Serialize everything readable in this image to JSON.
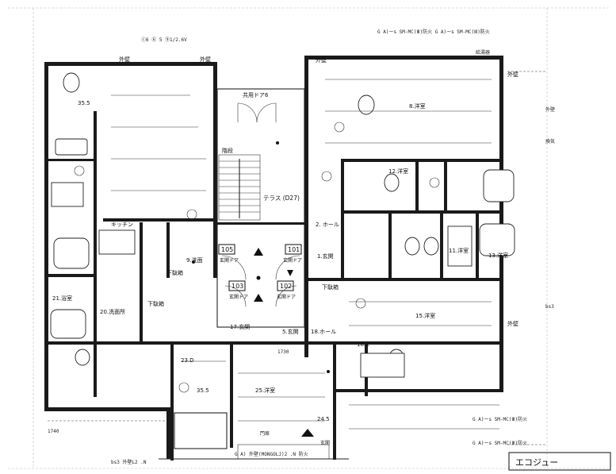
{
  "title_block": "エコジュー",
  "rooms": {
    "balcony_ne": "共用ドア6",
    "terrace": "テラス (D27)",
    "entrance_105": "105",
    "entrance_101": "101",
    "entrance_103": "103",
    "entrance_102": "102",
    "genkan_door_1": "玄関ドア",
    "genkan_door_2": "玄関ドア",
    "genkan_door_3": "玄関ドア",
    "genkan_door_4": "玄関ドア",
    "hall_2": "2. ホール",
    "genkan_1": "1.玄関",
    "hall_17": "17.玄関",
    "genkan_5": "5.玄関",
    "hall_18": "18.ホール",
    "washroom_9": "9.洗面",
    "bath_21": "21.浴室",
    "toilet_20": "20.洗面所",
    "room_23d": "23.D",
    "room_25": "25.洋室",
    "room_8": "8.洋室",
    "room_13": "13.洋室",
    "room_15": "15.洋室",
    "room_16k": "16.K",
    "room_12": "12.洋室",
    "room_11": "11.洋室",
    "room_35": "35.5",
    "room_355": "35.5",
    "room_24": "24.5",
    "room_gaiheki_1": "外壁",
    "room_gaiheki_2": "外壁",
    "room_gaiheki_3": "外壁",
    "room_gaiheki_4": "外壁",
    "room_gaiheki_5": "外壁",
    "geta_1": "下駄箱",
    "geta_2": "下駄箱",
    "geta_3": "下駄箱",
    "kitchen_label": "キッチン",
    "stair_label": "階段"
  },
  "notes": {
    "top_left_spec": "ⓒ6 ⑥ 5 ⑨1/2.6V",
    "top_center_spec": "G A)ーs SM-MC(Ⅲ)防火 G A)ーs SM-MC(Ⅲ)防火",
    "top_right_spec": "給湯器",
    "bottom_spec": "G A) 外壁(MONGOLJ)2 .N 防火",
    "bottom_right_spec_1": "G A)ーs SM-MC(Ⅲ)防火",
    "bottom_right_spec_2": "G A)ーs SM-MC(Ⅲ)防火",
    "bottom_left_spec": "bs3 外壁L2 .N",
    "mid_left_dim": "1740",
    "mid_center_dim": "1730",
    "right_side_1": "外壁",
    "right_side_2": "換気",
    "right_side_3": "bs3",
    "door_hollow": "門扉",
    "open_label": "玄関"
  }
}
